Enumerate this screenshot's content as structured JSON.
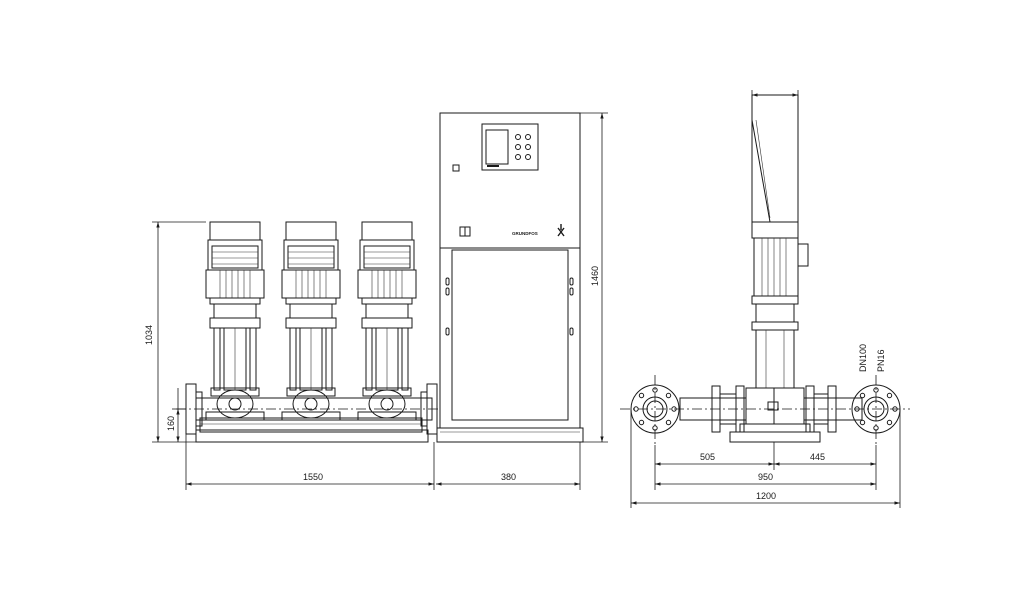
{
  "dimensions": {
    "height_pumps": "1034",
    "height_pipe_axis": "160",
    "width_pumps": "1550",
    "width_cabinet": "380",
    "height_cabinet": "1460",
    "side_left": "505",
    "side_right": "445",
    "side_flange_span": "950",
    "side_overall": "1200"
  },
  "flange_labels": {
    "nominal_diameter": "DN100",
    "pressure_rating": "PN16"
  },
  "brand": {
    "logo_text": "GRUNDFOS"
  },
  "colors": {
    "line": "#1a1a1a",
    "background": "#ffffff"
  }
}
